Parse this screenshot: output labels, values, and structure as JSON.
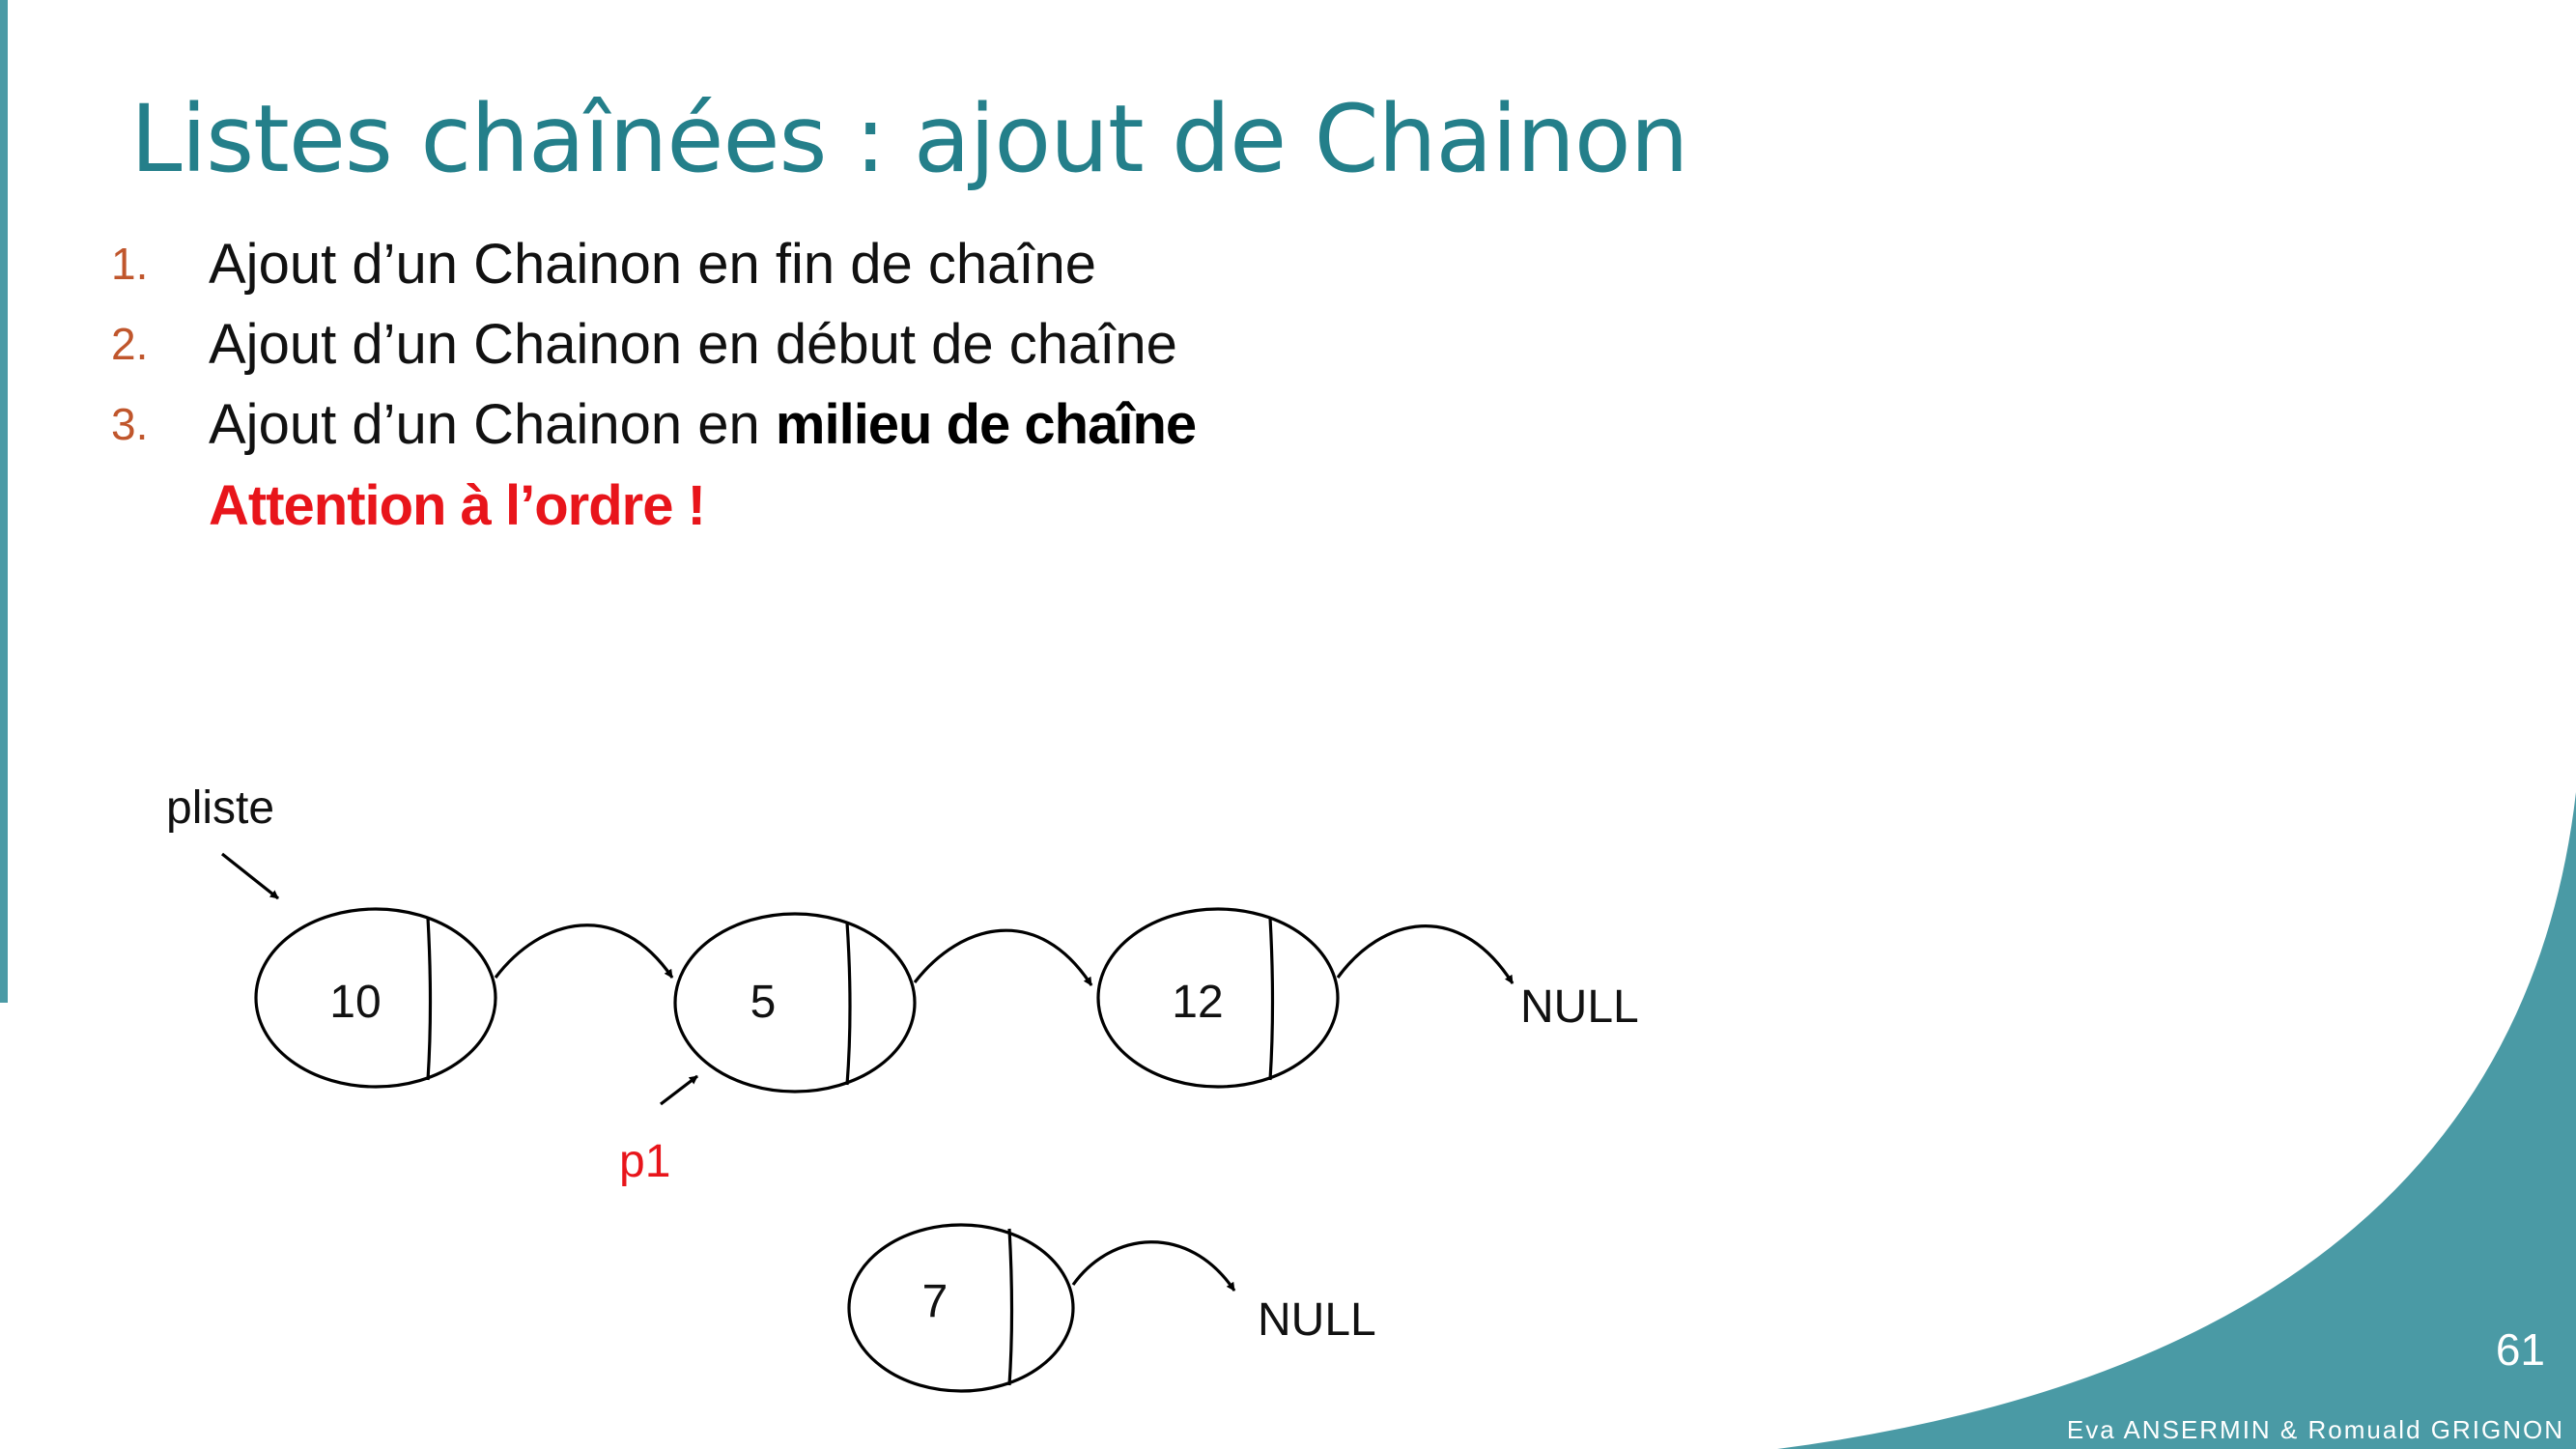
{
  "slide": {
    "title": "Listes chaînées : ajout de Chainon",
    "items": [
      {
        "number": "1.",
        "text": "Ajout d’un Chainon en fin de chaîne",
        "emphasis": ""
      },
      {
        "number": "2.",
        "text": "Ajout d’un Chainon en début de chaîne",
        "emphasis": ""
      },
      {
        "number": "3.",
        "text": "Ajout d’un Chainon en ",
        "emphasis": "milieu de chaîne"
      }
    ],
    "attention": "Attention à l’ordre !",
    "page_number": "61",
    "footer": "Eva ANSERMIN & Romuald GRIGNON"
  },
  "diagram": {
    "pointer_pliste": "pliste",
    "pointer_p1": "p1",
    "nodes": [
      {
        "value": "10"
      },
      {
        "value": "5"
      },
      {
        "value": "12"
      }
    ],
    "list_end": "NULL",
    "new_node": {
      "value": "7",
      "next": "NULL"
    }
  },
  "colors": {
    "accent_teal": "#4a9aa5",
    "title": "#247f8a",
    "list_number": "#c0562c",
    "warning_red": "#e8151b"
  }
}
